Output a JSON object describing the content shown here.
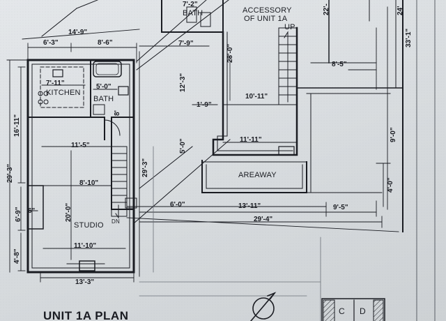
{
  "labels": {
    "accessory_line1": "ACCESSORY",
    "accessory_line2": "OF UNIT 1A",
    "up": "UP",
    "bath_top": "BATH",
    "kitchen": "KITCHEN",
    "bath": "BATH",
    "studio": "STUDIO",
    "dn": "DN",
    "areaway": "AREAWAY",
    "plan_title": "UNIT 1A PLAN",
    "box_c": "C",
    "box_d": "D"
  },
  "dims": {
    "d_14_9": "14'-9\"",
    "d_6_3": "6'-3\"",
    "d_8_6": "8'-6\"",
    "d_7_2": "7'-2\"",
    "d_7_9": "7'-9\"",
    "d_28_0": "28'-0\"",
    "d_12_3": "12'-3\"",
    "d_7_11": "7'-11\"",
    "d_5_0_bath": "5'-0\"",
    "d_8_5": "8'-5\"",
    "d_10_11": "10'-11\"",
    "d_1_9": "1'-9\"",
    "d_16_11": "16'-11\"",
    "d_8": "8'",
    "d_11_5": "11'-5\"",
    "d_5_0_vert": "5'-0\"",
    "d_11_11": "11'-11\"",
    "d_9_0": "9'-0\"",
    "d_29_3_left": "29'-3\"",
    "d_29_3_mid": "29'-3\"",
    "d_8_10": "8'-10\"",
    "d_4_0": "4'-0\"",
    "d_6_0": "6'-0\"",
    "d_13_11": "13'-11\"",
    "d_9_5": "9'-5\"",
    "d_6_9": "6'-9\"",
    "d_6": "6\"",
    "d_20_0": "20'-0\"",
    "d_29_4": "29'-4\"",
    "d_4_8": "4'-8\"",
    "d_11_10": "11'-10\"",
    "d_13_3": "13'-3\"",
    "d_22": "22'-",
    "d_24": "24'",
    "d_33_1": "33'-1\""
  },
  "colors": {
    "ink": "#1a1c22",
    "paper": "#dfe2e5"
  }
}
